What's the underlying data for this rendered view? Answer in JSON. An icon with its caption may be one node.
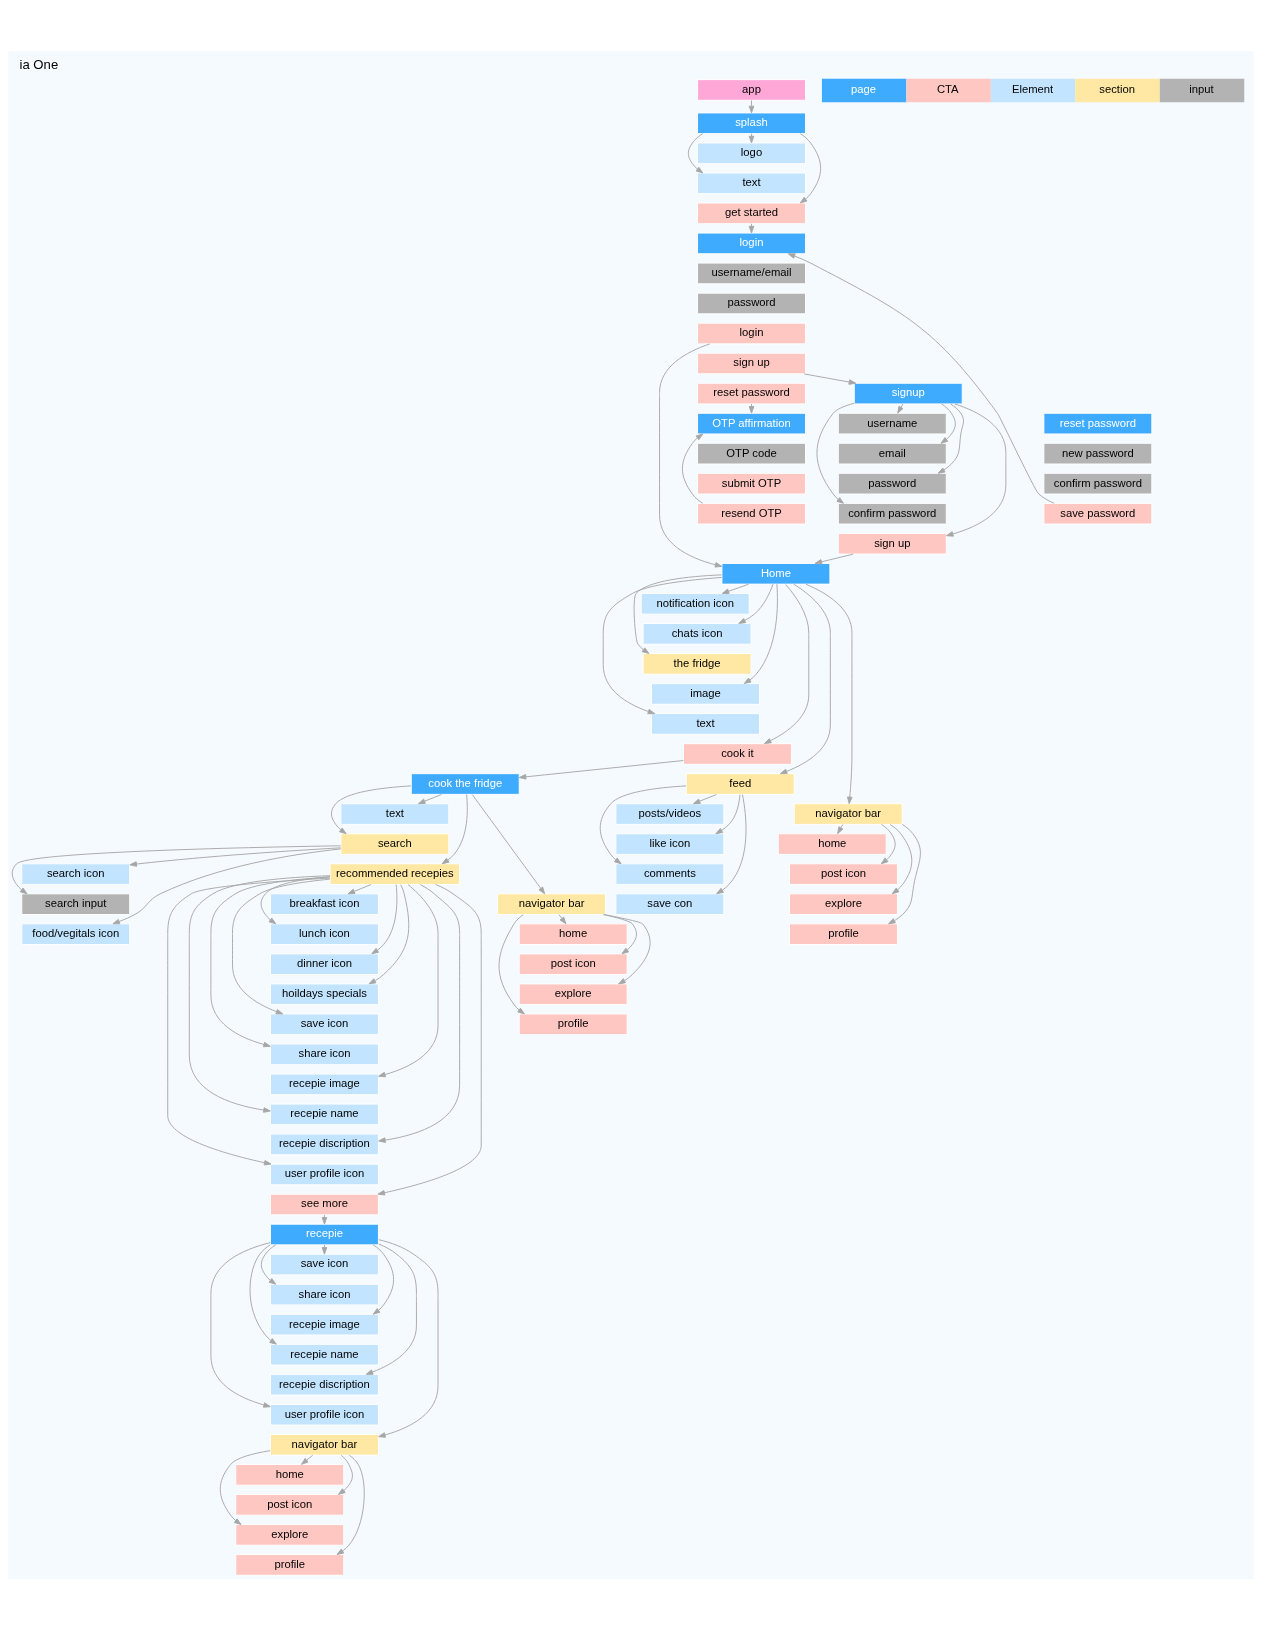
{
  "diagram": {
    "title": "ia One",
    "nodes": [
      {
        "text": [
          "app"
        ]
      },
      {
        "text": [
          "splash"
        ]
      },
      {
        "text": [
          "logo"
        ]
      },
      {
        "text": [
          "text"
        ]
      },
      {
        "text": [
          "get started"
        ]
      },
      {
        "text": [
          "login"
        ]
      },
      {
        "text": [
          "username/email"
        ]
      },
      {
        "text": [
          "password"
        ]
      },
      {
        "text": [
          "login"
        ]
      },
      {
        "text": [
          "sign up"
        ]
      },
      {
        "text": [
          "reset password"
        ]
      },
      {
        "text": [
          "signup"
        ]
      },
      {
        "text": [
          "username"
        ]
      },
      {
        "text": [
          "email"
        ]
      },
      {
        "text": [
          "password"
        ]
      },
      {
        "text": [
          "confirm password"
        ]
      },
      {
        "text": [
          "sign up"
        ]
      },
      {
        "text": [
          "OTP affirmation"
        ]
      },
      {
        "text": [
          "OTP code"
        ]
      },
      {
        "text": [
          "submit OTP"
        ]
      },
      {
        "text": [
          "resend OTP"
        ]
      },
      {
        "text": [
          "reset password"
        ]
      },
      {
        "text": [
          "new password"
        ]
      },
      {
        "text": [
          "confirm password"
        ]
      },
      {
        "text": [
          "save password"
        ]
      },
      {
        "text": [
          "Home"
        ]
      },
      {
        "text": [
          "notification icon"
        ]
      },
      {
        "text": [
          "chats icon"
        ]
      },
      {
        "text": [
          "the fridge"
        ]
      },
      {
        "text": [
          "image"
        ]
      },
      {
        "text": [
          "text"
        ]
      },
      {
        "text": [
          "cook it"
        ]
      },
      {
        "text": [
          "feed"
        ]
      },
      {
        "text": [
          "posts/videos"
        ]
      },
      {
        "text": [
          "like icon"
        ]
      },
      {
        "text": [
          "comments"
        ]
      },
      {
        "text": [
          "save con"
        ]
      },
      {
        "text": [
          "navigator bar"
        ]
      },
      {
        "text": [
          "home"
        ]
      },
      {
        "text": [
          "post icon"
        ]
      },
      {
        "text": [
          "explore"
        ]
      },
      {
        "text": [
          "profile"
        ]
      },
      {
        "text": [
          "cook the fridge"
        ]
      },
      {
        "text": [
          "text"
        ]
      },
      {
        "text": [
          "search"
        ]
      },
      {
        "text": [
          "search icon"
        ]
      },
      {
        "text": [
          "search input"
        ]
      },
      {
        "text": [
          "food/vegitals icon"
        ]
      },
      {
        "text": [
          "recommended recepies"
        ]
      },
      {
        "text": [
          "breakfast icon"
        ]
      },
      {
        "text": [
          "lunch icon"
        ]
      },
      {
        "text": [
          "dinner icon"
        ]
      },
      {
        "text": [
          "hoildays specials"
        ]
      },
      {
        "text": [
          "save icon"
        ]
      },
      {
        "text": [
          "share icon"
        ]
      },
      {
        "text": [
          "recepie image"
        ]
      },
      {
        "text": [
          "recepie name"
        ]
      },
      {
        "text": [
          "recepie discription"
        ]
      },
      {
        "text": [
          "user profile icon"
        ]
      },
      {
        "text": [
          "see more"
        ]
      },
      {
        "text": [
          "navigator bar"
        ]
      },
      {
        "text": [
          "home"
        ]
      },
      {
        "text": [
          "post icon"
        ]
      },
      {
        "text": [
          "explore"
        ]
      },
      {
        "text": [
          "profile"
        ]
      },
      {
        "text": [
          "recepie"
        ]
      },
      {
        "text": [
          "save icon"
        ]
      },
      {
        "text": [
          "share icon"
        ]
      },
      {
        "text": [
          "recepie image"
        ]
      },
      {
        "text": [
          "recepie name"
        ]
      },
      {
        "text": [
          "recepie discription"
        ]
      },
      {
        "text": [
          "user profile icon"
        ]
      },
      {
        "text": [
          "navigator bar"
        ]
      },
      {
        "text": [
          "home"
        ]
      },
      {
        "text": [
          "post icon"
        ]
      },
      {
        "text": [
          "explore"
        ]
      },
      {
        "text": [
          "profile"
        ]
      }
    ],
    "edges": [
      {
        "from": 0,
        "to": 1,
        "arrow": "to"
      },
      {
        "from": 1,
        "to": 2,
        "arrow": "to"
      },
      {
        "from": 1,
        "to": 3,
        "arrow": "to"
      },
      {
        "from": 1,
        "to": 4,
        "arrow": "to"
      },
      {
        "from": 4,
        "to": 5,
        "arrow": "to"
      },
      {
        "from": 8,
        "to": 25,
        "arrow": "to"
      },
      {
        "from": 9,
        "to": 11,
        "arrow": "to"
      },
      {
        "from": 10,
        "to": 17,
        "arrow": "to"
      },
      {
        "from": 11,
        "to": 12,
        "arrow": "to"
      },
      {
        "from": 11,
        "to": 13,
        "arrow": "to"
      },
      {
        "from": 11,
        "to": 14,
        "arrow": "to"
      },
      {
        "from": 11,
        "to": 15,
        "arrow": "to"
      },
      {
        "from": 11,
        "to": 16,
        "arrow": "to"
      },
      {
        "from": 16,
        "to": 25,
        "arrow": "to"
      },
      {
        "from": 20,
        "to": 17,
        "arrow": "to"
      },
      {
        "from": 24,
        "to": 5,
        "arrow": "to"
      },
      {
        "from": 25,
        "to": 26,
        "arrow": "to"
      },
      {
        "from": 25,
        "to": 27,
        "arrow": "to"
      },
      {
        "from": 25,
        "to": 28,
        "arrow": "to"
      },
      {
        "from": 25,
        "to": 29,
        "arrow": "to"
      },
      {
        "from": 25,
        "to": 30,
        "arrow": "to"
      },
      {
        "from": 25,
        "to": 31,
        "arrow": "to"
      },
      {
        "from": 25,
        "to": 32,
        "arrow": "to"
      },
      {
        "from": 25,
        "to": 37,
        "arrow": "to"
      },
      {
        "from": 32,
        "to": 33,
        "arrow": "to"
      },
      {
        "from": 32,
        "to": 34,
        "arrow": "to"
      },
      {
        "from": 32,
        "to": 35,
        "arrow": "to"
      },
      {
        "from": 32,
        "to": 36,
        "arrow": "to"
      },
      {
        "from": 37,
        "to": 38,
        "arrow": "to"
      },
      {
        "from": 37,
        "to": 39,
        "arrow": "to"
      },
      {
        "from": 37,
        "to": 40,
        "arrow": "to"
      },
      {
        "from": 37,
        "to": 41,
        "arrow": "to"
      },
      {
        "from": 31,
        "to": 42,
        "arrow": "to"
      },
      {
        "from": 42,
        "to": 43,
        "arrow": "to"
      },
      {
        "from": 42,
        "to": 44,
        "arrow": "to"
      },
      {
        "from": 42,
        "to": 48,
        "arrow": "to"
      },
      {
        "from": 42,
        "to": 60,
        "arrow": "to"
      },
      {
        "from": 44,
        "to": 45,
        "arrow": "to"
      },
      {
        "from": 44,
        "to": 46,
        "arrow": "to"
      },
      {
        "from": 44,
        "to": 47,
        "arrow": "to"
      },
      {
        "from": 48,
        "to": 49,
        "arrow": "to"
      },
      {
        "from": 48,
        "to": 50,
        "arrow": "to"
      },
      {
        "from": 48,
        "to": 51,
        "arrow": "to"
      },
      {
        "from": 48,
        "to": 52,
        "arrow": "to"
      },
      {
        "from": 48,
        "to": 53,
        "arrow": "to"
      },
      {
        "from": 48,
        "to": 54,
        "arrow": "to"
      },
      {
        "from": 48,
        "to": 55,
        "arrow": "to"
      },
      {
        "from": 48,
        "to": 56,
        "arrow": "to"
      },
      {
        "from": 48,
        "to": 57,
        "arrow": "to"
      },
      {
        "from": 48,
        "to": 58,
        "arrow": "to"
      },
      {
        "from": 48,
        "to": 59,
        "arrow": "to"
      },
      {
        "from": 60,
        "to": 61,
        "arrow": "to"
      },
      {
        "from": 60,
        "to": 62,
        "arrow": "to"
      },
      {
        "from": 60,
        "to": 63,
        "arrow": "to"
      },
      {
        "from": 60,
        "to": 64,
        "arrow": "to"
      },
      {
        "from": 59,
        "to": 65,
        "arrow": "to"
      },
      {
        "from": 65,
        "to": 66,
        "arrow": "to"
      },
      {
        "from": 65,
        "to": 67,
        "arrow": "to"
      },
      {
        "from": 65,
        "to": 68,
        "arrow": "to"
      },
      {
        "from": 65,
        "to": 69,
        "arrow": "to"
      },
      {
        "from": 65,
        "to": 70,
        "arrow": "to"
      },
      {
        "from": 65,
        "to": 71,
        "arrow": "to"
      },
      {
        "from": 65,
        "to": 72,
        "arrow": "to"
      },
      {
        "from": 72,
        "to": 73,
        "arrow": "to"
      },
      {
        "from": 72,
        "to": 74,
        "arrow": "to"
      },
      {
        "from": 72,
        "to": 75,
        "arrow": "to"
      },
      {
        "from": 72,
        "to": 76,
        "arrow": "to"
      }
    ],
    "legend": [
      {
        "text": "page",
        "color": "#3eabff"
      },
      {
        "text": "CTA",
        "color": "#ffc7c2"
      },
      {
        "text": "Element",
        "color": "#c2e4ff"
      },
      {
        "text": "section",
        "color": "#ffe8a3"
      },
      {
        "text": "input",
        "color": "#b3b3b3"
      }
    ]
  }
}
